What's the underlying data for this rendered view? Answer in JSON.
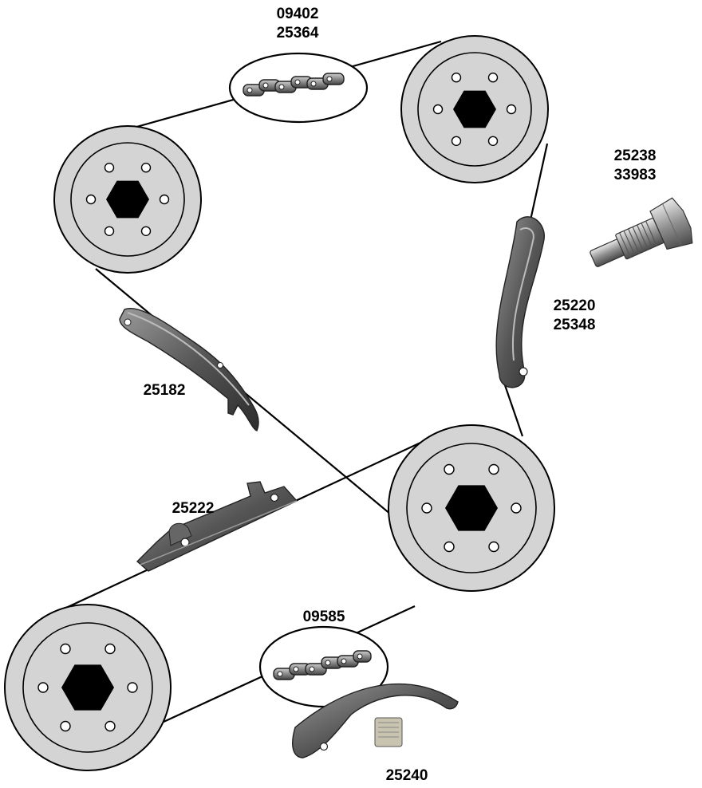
{
  "part_labels": {
    "top_chain": [
      "09402",
      "25364"
    ],
    "tensioner": [
      "25238",
      "33983"
    ],
    "right_guide": [
      "25220",
      "25348"
    ],
    "left_guide": "25182",
    "middle_guide": "25222",
    "bottom_chain": "09585",
    "bottom_guide": "25240"
  },
  "colors": {
    "sprocket_fill": "#d4d4d4",
    "hub": "#000000",
    "line": "#000000",
    "part_dark": "#3a3a3a",
    "part_mid": "#777777",
    "part_light": "#b5b5b5",
    "label": "#000000"
  }
}
